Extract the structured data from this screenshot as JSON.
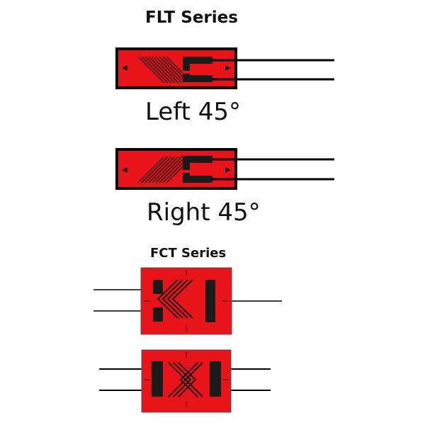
{
  "flt": {
    "title": "FLT Series",
    "left_caption": "Left 45°",
    "right_caption": "Right 45°"
  },
  "fct": {
    "title": "FCT Series"
  },
  "colors": {
    "gauge_fill": "#e8141a",
    "grid_dark": "#1a1a1a",
    "lead_wire": "#000000",
    "text": "#111111"
  }
}
